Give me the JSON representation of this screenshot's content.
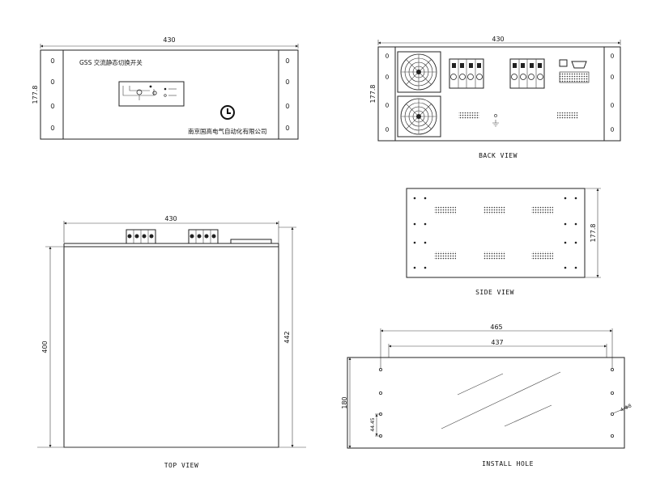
{
  "front_view": {
    "width_dim": "430",
    "height_dim": "177.8",
    "product_label": "GSS 交流静态切换开关",
    "company": "南京国高电气自动化有限公司"
  },
  "back_view": {
    "width_dim": "430",
    "height_dim": "177.8",
    "caption": "BACK VIEW"
  },
  "top_view": {
    "width_dim": "430",
    "depth_dim_left": "400",
    "depth_dim_right": "442",
    "caption": "TOP VIEW"
  },
  "side_view": {
    "height_dim": "177.8",
    "caption": "SIDE VIEW"
  },
  "install_hole": {
    "outer_width_dim": "465",
    "inner_width_dim": "437",
    "height_dim": "180",
    "pitch_dim": "44.45",
    "hole_dim": "4-Φ8",
    "caption": "INSTALL HOLE"
  },
  "icons": [
    "fan-icon",
    "terminal-block-icon",
    "power-switch-icon",
    "ground-icon"
  ]
}
